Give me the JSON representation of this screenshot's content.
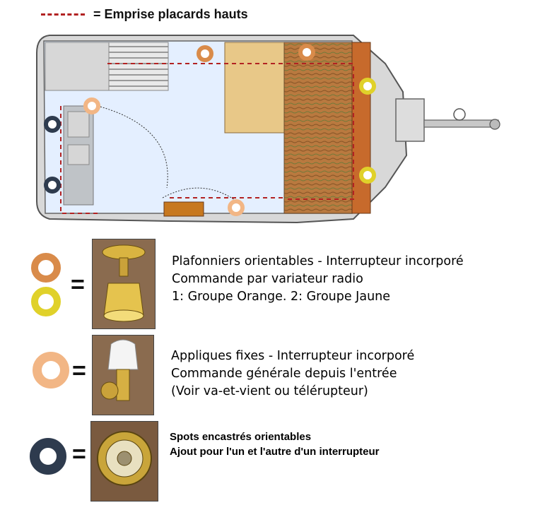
{
  "legend": {
    "label": "= Emprise placards hauts",
    "dash_color": "#b22222"
  },
  "colors": {
    "orange_ring": "#d98b4a",
    "yellow_ring": "#e0d12a",
    "cream_ring": "#f2b685",
    "dark_ring": "#2e3b4e"
  },
  "groups": [
    {
      "symbols": [
        "orange-ring",
        "yellow-ring"
      ],
      "equals": "=",
      "lines": [
        "Plafonniers orientables - Interrupteur incorporé",
        "Commande par variateur radio",
        "1: Groupe Orange. 2: Groupe Jaune"
      ]
    },
    {
      "symbols": [
        "cream-ring"
      ],
      "equals": "=",
      "lines": [
        "Appliques fixes - Interrupteur incorporé",
        "Commande générale depuis l'entrée",
        "(Voir va-et-vient ou télérupteur)"
      ]
    },
    {
      "symbols": [
        "dark-ring"
      ],
      "equals": "=",
      "lines": [
        "Spots encastrés orientables",
        "Ajout pour l'un et l'autre d'un interrupteur"
      ]
    }
  ]
}
